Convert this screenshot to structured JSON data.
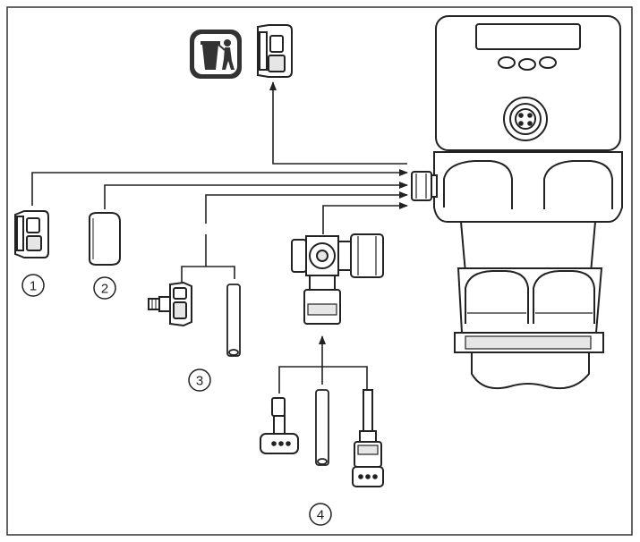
{
  "callouts": {
    "one": "1",
    "two": "2",
    "three": "3",
    "four": "4"
  },
  "colors": {
    "line": "#222222",
    "fill": "#ffffff",
    "shade": "#e6e6e6",
    "dark": "#333333"
  },
  "icons": [
    "recycle-bin-icon",
    "vent-cap-icon",
    "pressure-device-icon"
  ]
}
